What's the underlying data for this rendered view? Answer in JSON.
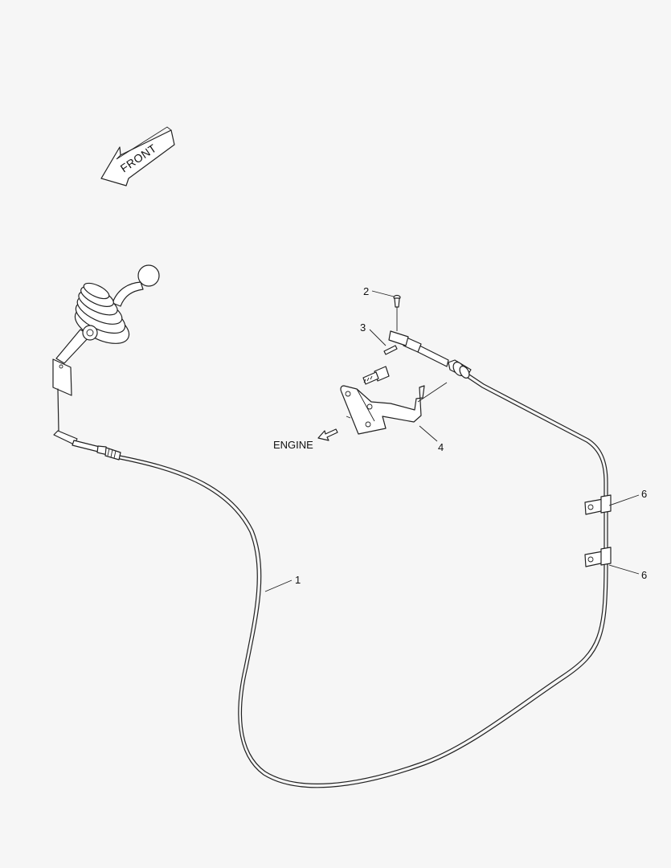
{
  "diagram": {
    "direction_labels": {
      "front": "FRONT",
      "engine": "ENGINE"
    },
    "callouts": [
      {
        "id": "c1",
        "number": "1"
      },
      {
        "id": "c2",
        "number": "2"
      },
      {
        "id": "c3",
        "number": "3"
      },
      {
        "id": "c4",
        "number": "4"
      },
      {
        "id": "c6a",
        "number": "6"
      },
      {
        "id": "c6b",
        "number": "6"
      }
    ]
  }
}
